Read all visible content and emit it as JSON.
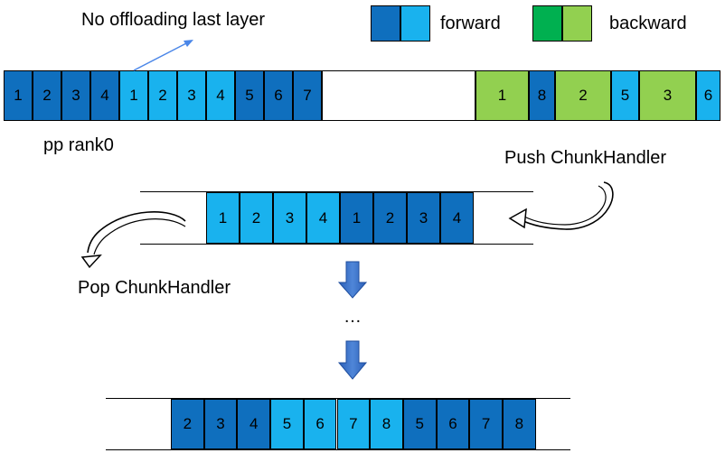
{
  "title": "",
  "annotation": "No offloading last layer",
  "legend": {
    "forward": "forward",
    "backward": "backward"
  },
  "colors": {
    "fwd_dark": "#0f6fbe",
    "fwd_light": "#19b2ee",
    "bwd_light": "#92d050",
    "bwd_dark": "#00b050"
  },
  "pipeline": {
    "rank_label": "pp rank0",
    "forward_cells": [
      {
        "label": "1",
        "kind": "dark"
      },
      {
        "label": "2",
        "kind": "dark"
      },
      {
        "label": "3",
        "kind": "dark"
      },
      {
        "label": "4",
        "kind": "dark"
      },
      {
        "label": "1",
        "kind": "light"
      },
      {
        "label": "2",
        "kind": "light"
      },
      {
        "label": "3",
        "kind": "light"
      },
      {
        "label": "4",
        "kind": "light"
      },
      {
        "label": "5",
        "kind": "dark"
      },
      {
        "label": "6",
        "kind": "dark"
      },
      {
        "label": "7",
        "kind": "dark"
      }
    ],
    "backward_cells": [
      {
        "label": "1",
        "kind": "green"
      },
      {
        "label": "8",
        "kind": "dark"
      },
      {
        "label": "2",
        "kind": "green"
      },
      {
        "label": "5",
        "kind": "light"
      },
      {
        "label": "3",
        "kind": "green"
      },
      {
        "label": "6",
        "kind": "light"
      }
    ]
  },
  "push_label": "Push ChunkHandler",
  "pop_label": "Pop ChunkHandler",
  "queue1": [
    {
      "label": "1",
      "kind": "light"
    },
    {
      "label": "2",
      "kind": "light"
    },
    {
      "label": "3",
      "kind": "light"
    },
    {
      "label": "4",
      "kind": "light"
    },
    {
      "label": "1",
      "kind": "dark"
    },
    {
      "label": "2",
      "kind": "dark"
    },
    {
      "label": "3",
      "kind": "dark"
    },
    {
      "label": "4",
      "kind": "dark"
    }
  ],
  "ellipsis": "…",
  "queue2": [
    {
      "label": "2",
      "kind": "dark"
    },
    {
      "label": "3",
      "kind": "dark"
    },
    {
      "label": "4",
      "kind": "dark"
    },
    {
      "label": "5",
      "kind": "light"
    },
    {
      "label": "6",
      "kind": "light"
    },
    {
      "label": "7",
      "kind": "light"
    },
    {
      "label": "8",
      "kind": "light"
    },
    {
      "label": "5",
      "kind": "dark"
    },
    {
      "label": "6",
      "kind": "dark"
    },
    {
      "label": "7",
      "kind": "dark"
    },
    {
      "label": "8",
      "kind": "dark"
    }
  ]
}
